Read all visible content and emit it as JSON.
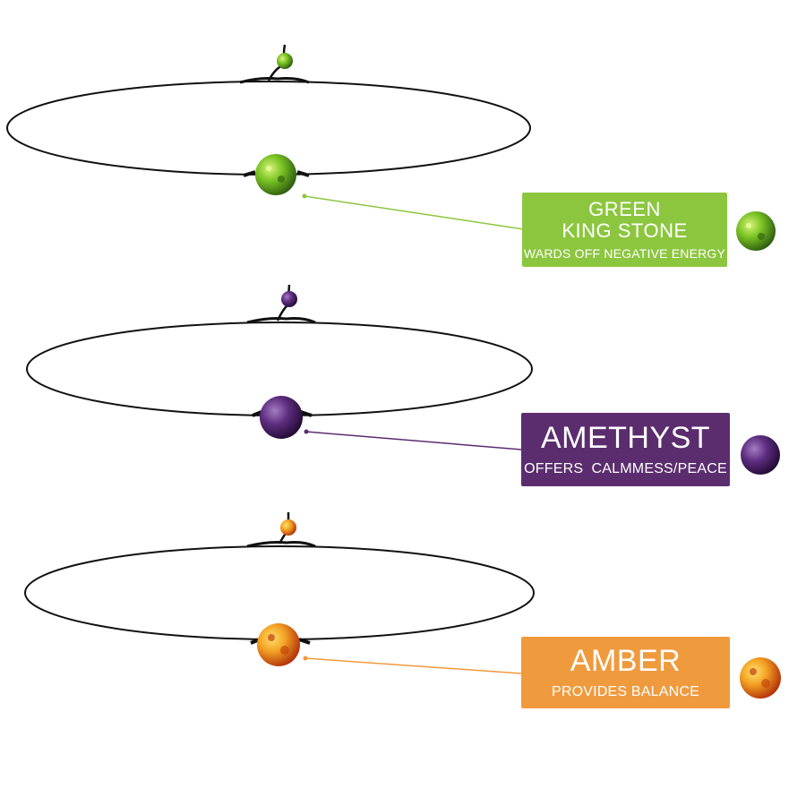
{
  "necklaces": [
    {
      "id": "green",
      "stone_color": "#6fbf1f",
      "stone_dark": "#2d5a10",
      "label_color": "#8cc63f",
      "line_color": "#8cc63f",
      "title_lines": [
        "GREEN",
        "KING STONE"
      ],
      "description": "WARDS OFF NEGATIVE ENERGY"
    },
    {
      "id": "amethyst",
      "stone_color": "#6a3a8a",
      "stone_dark": "#2a0f3a",
      "label_color": "#5b2d6e",
      "line_color": "#5b2d6e",
      "title_lines": [
        "AMETHYST"
      ],
      "description": "OFFERS  CALMMESS/PEACE"
    },
    {
      "id": "amber",
      "stone_color": "#f2a020",
      "stone_dark": "#b0300a",
      "label_color": "#f09a3e",
      "line_color": "#f09a3e",
      "title_lines": [
        "AMBER"
      ],
      "description": "PROVIDES BALANCE"
    }
  ]
}
